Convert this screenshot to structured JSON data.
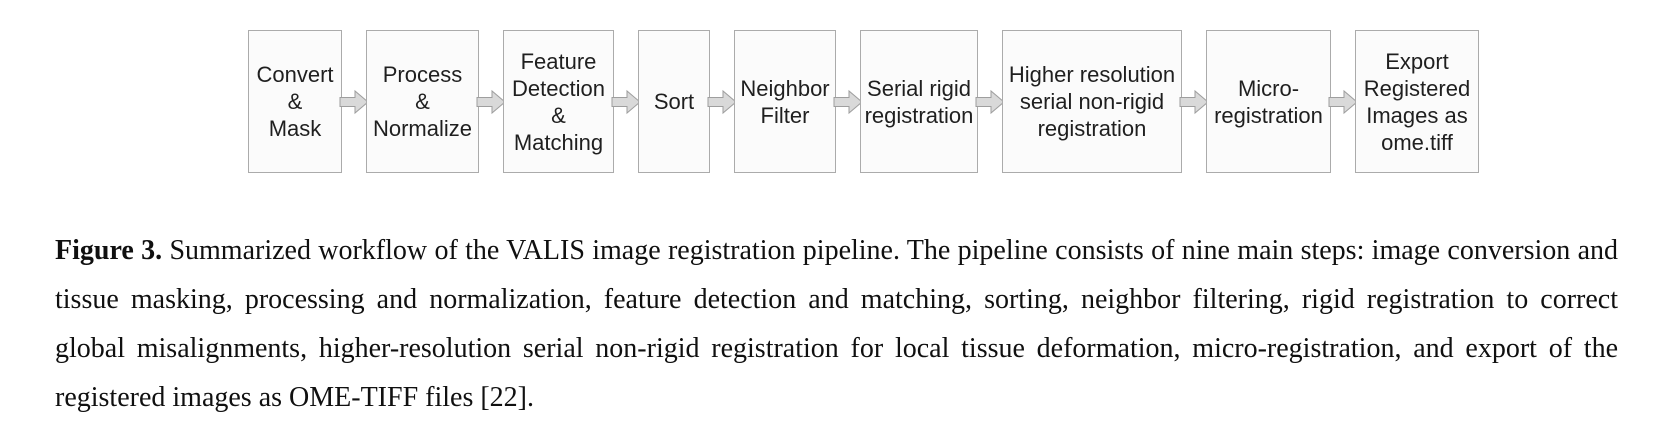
{
  "figure": {
    "flowchart": {
      "steps": [
        {
          "label": "Convert\n&\nMask"
        },
        {
          "label": "Process\n&\nNormalize"
        },
        {
          "label": "Feature\nDetection\n&\nMatching"
        },
        {
          "label": "Sort"
        },
        {
          "label": "Neighbor\nFilter"
        },
        {
          "label": "Serial rigid\nregistration"
        },
        {
          "label": "Higher resolution\nserial non-rigid\nregistration"
        },
        {
          "label": "Micro-\nregistration"
        },
        {
          "label": "Export\nRegistered\nImages as\nome.tiff"
        }
      ]
    },
    "caption": {
      "label": "Figure 3.",
      "text": "Summarized workflow of the VALIS image registration pipeline. The pipeline consists of nine main steps: image conversion and tissue masking, processing and normalization, feature detection and matching, sorting, neighbor filtering, rigid registration to correct global misalignments, higher-resolution serial non-rigid registration for local tissue deformation, micro-registration, and export of the registered images as OME-TIFF files [22]."
    },
    "colors": {
      "box_fill": "#fbfbfb",
      "box_border": "#ababab",
      "arrow_fill": "#d9d9d9",
      "arrow_stroke": "#9e9e9e",
      "text": "#1f1f1f"
    }
  }
}
